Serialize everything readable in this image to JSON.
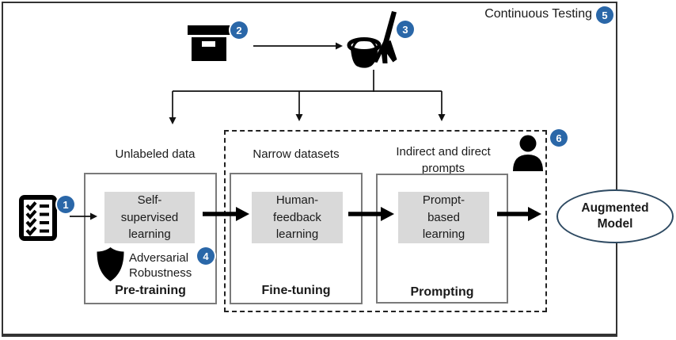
{
  "frame": {
    "continuous_testing": "Continuous Testing"
  },
  "badges": {
    "one": "1",
    "two": "2",
    "three": "3",
    "four": "4",
    "five": "5",
    "six": "6"
  },
  "data_labels": {
    "unlabeled": "Unlabeled data",
    "narrow": "Narrow datasets",
    "prompts_l1": "Indirect and direct",
    "prompts_l2": "prompts"
  },
  "stages": {
    "pretraining": {
      "core_l1": "Self-",
      "core_l2": "supervised",
      "core_l3": "learning",
      "label": "Pre-training",
      "adv_l1": "Adversarial",
      "adv_l2": "Robustness"
    },
    "finetuning": {
      "core_l1": "Human-",
      "core_l2": "feedback",
      "core_l3": "learning",
      "label": "Fine-tuning"
    },
    "prompting": {
      "core_l1": "Prompt-",
      "core_l2": "based",
      "core_l3": "learning",
      "label": "Prompting"
    }
  },
  "output": {
    "l1": "Augmented",
    "l2": "Model"
  },
  "icons": {
    "checklist": "checklist-icon",
    "archive_box": "archive-box-icon",
    "cleaning": "bucket-broom-icon",
    "shield": "shield-icon",
    "person": "person-icon"
  },
  "colors": {
    "badge_blue": "#2a67a8",
    "gray_fill": "#d9d9d9",
    "box_border": "#7a7a7a",
    "ellipse_border": "#2e4a62"
  }
}
